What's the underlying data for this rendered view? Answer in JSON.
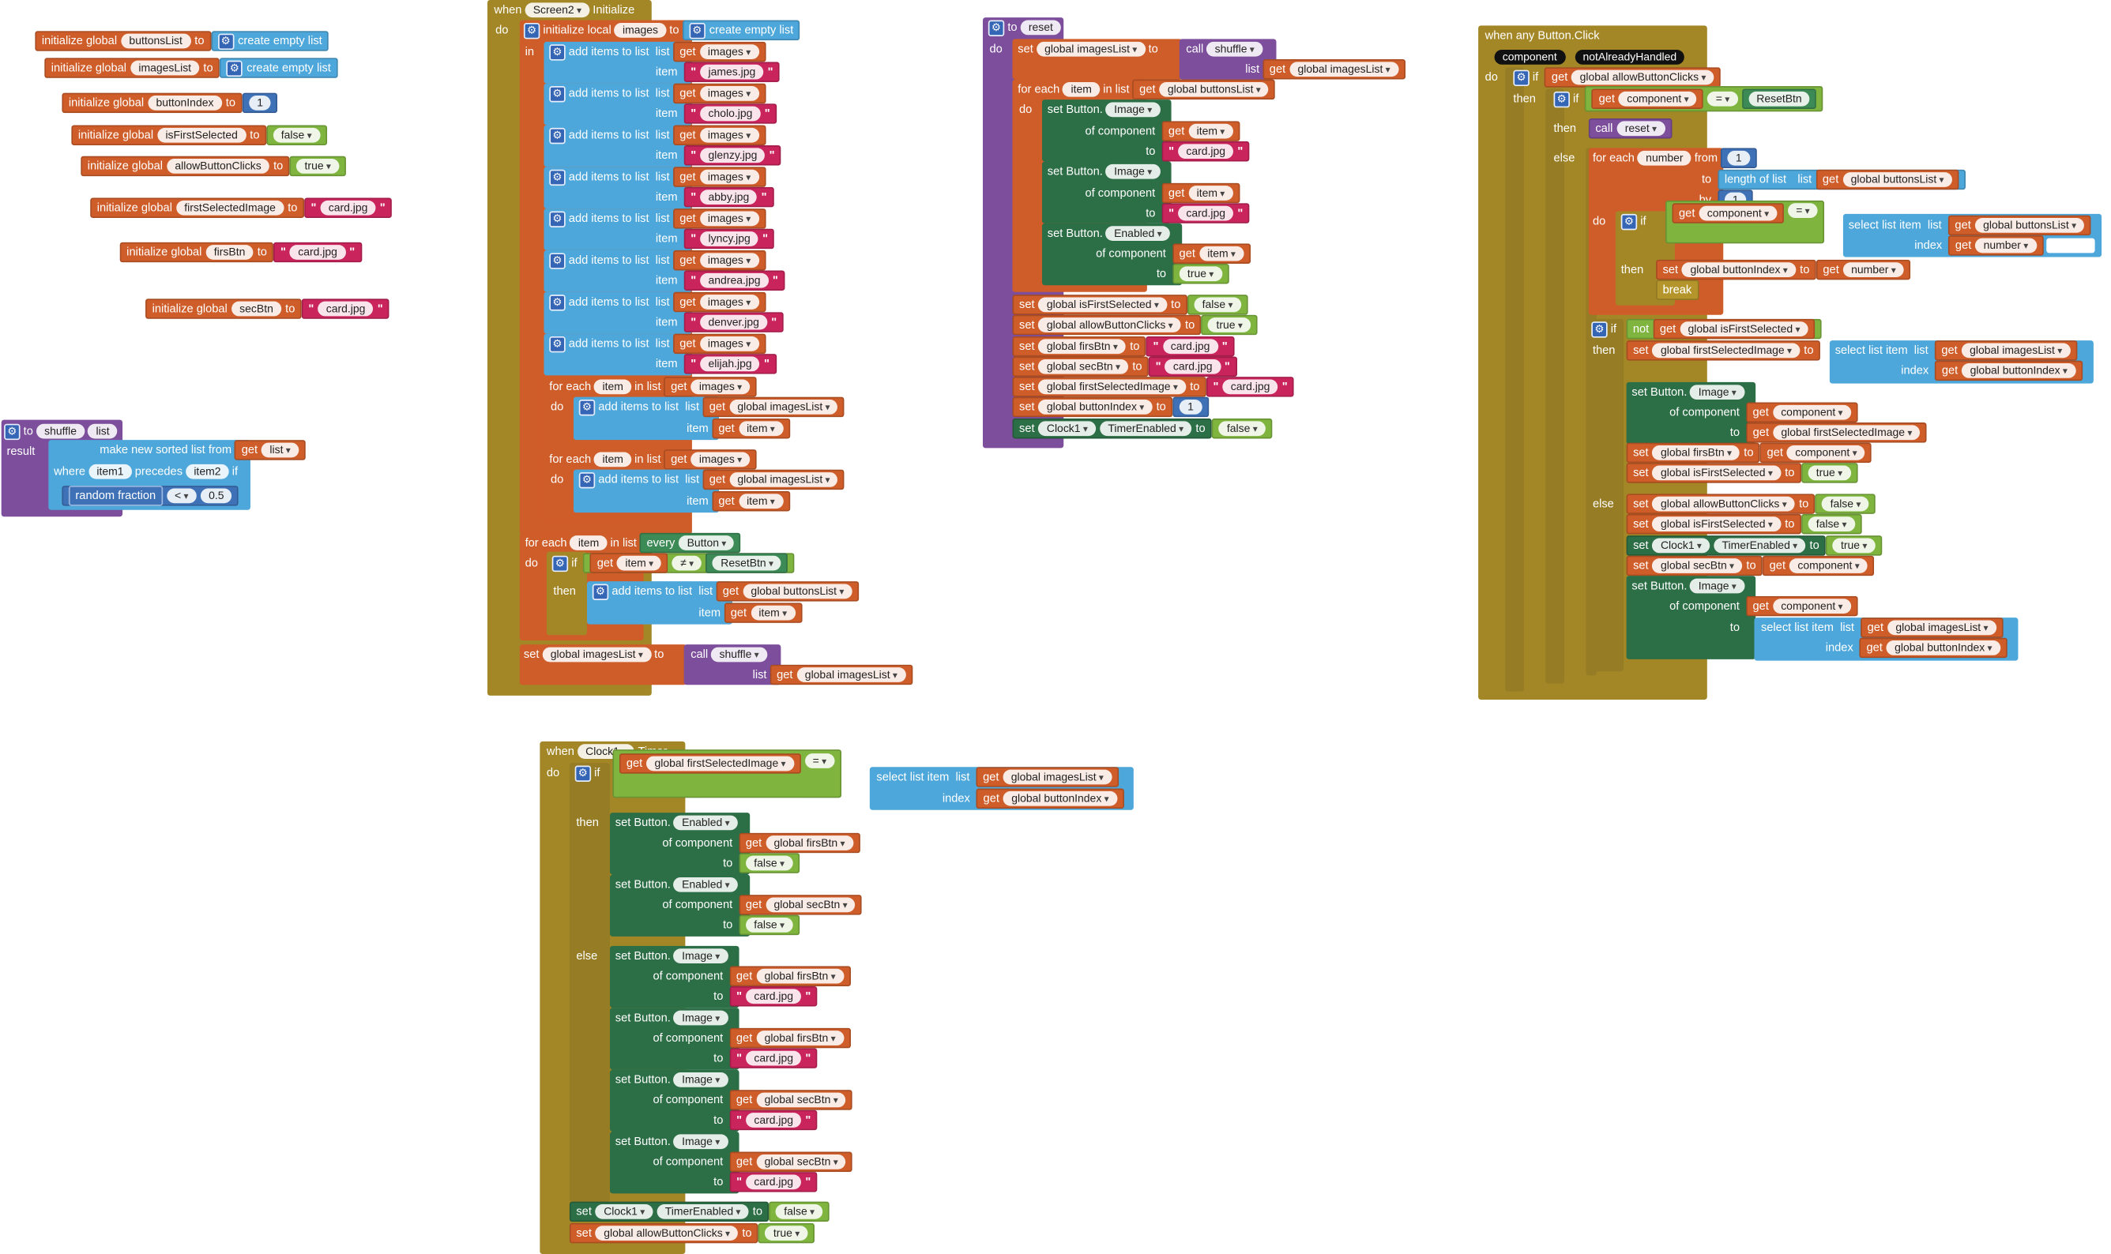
{
  "globals": {
    "init_global": "initialize global",
    "to": "to",
    "buttons_list": "buttonsList",
    "images_list": "imagesList",
    "button_index": "buttonIndex",
    "is_first_selected": "isFirstSelected",
    "allow_button_clicks": "allowButtonClicks",
    "first_selected_image": "firstSelectedImage",
    "firs_btn": "firsBtn",
    "sec_btn": "secBtn",
    "create_empty_list": "create empty list",
    "one": "1",
    "false": "false",
    "true": "true",
    "card": "card.jpg"
  },
  "shuffle": {
    "to": "to",
    "name": "shuffle",
    "param": "list",
    "result": "result",
    "make_sorted": "make new sorted list from",
    "get": "get",
    "list": "list",
    "where": "where",
    "item1": "item1",
    "precedes": "precedes",
    "item2": "item2",
    "if": "if",
    "random_fraction": "random fraction",
    "lt": "<",
    "half": "0.5"
  },
  "screen_init": {
    "when": "when",
    "component": "Screen2",
    "event": "Initialize",
    "do": "do",
    "init_local": "initialize local",
    "images": "images",
    "to": "to",
    "create_empty_list": "create empty list",
    "in": "in",
    "add_items": "add items to list",
    "list": "list",
    "get": "get",
    "item": "item",
    "files": [
      "james.jpg",
      "cholo.jpg",
      "glenzy.jpg",
      "abby.jpg",
      "lyncy.jpg",
      "andrea.jpg",
      "denver.jpg",
      "elijah.jpg"
    ],
    "for_each": "for each",
    "item_var": "item",
    "in_list": "in list",
    "global_images_list": "global imagesList",
    "every_button": "every",
    "button_type": "Button",
    "if": "if",
    "neq": "≠",
    "reset_btn": "ResetBtn",
    "then": "then",
    "global_buttons_list": "global buttonsList",
    "set": "set",
    "call": "call",
    "shuffle": "shuffle"
  },
  "reset": {
    "to": "to",
    "name": "reset",
    "do": "do",
    "set": "set",
    "get": "get",
    "call": "call",
    "shuffle": "shuffle",
    "list": "list",
    "global_images_list": "global imagesList",
    "for_each": "for each",
    "item": "item",
    "in_list": "in list",
    "global_buttons_list": "global buttonsList",
    "set_button": "set Button.",
    "image": "Image",
    "enabled": "Enabled",
    "of_component": "of component",
    "card": "card.jpg",
    "true": "true",
    "false": "false",
    "global_is_first_selected": "global isFirstSelected",
    "global_allow_button_clicks": "global allowButtonClicks",
    "global_firs_btn": "global firsBtn",
    "global_sec_btn": "global secBtn",
    "global_first_selected_image": "global firstSelectedImage",
    "global_button_index": "global buttonIndex",
    "one": "1",
    "clock": "Clock1",
    "timer_enabled": "TimerEnabled"
  },
  "any_button": {
    "header": "when any Button.Click",
    "param_component": "component",
    "param_handled": "notAlreadyHandled",
    "do": "do",
    "if": "if",
    "then": "then",
    "else": "else",
    "get": "get",
    "set": "set",
    "call": "call",
    "global_allow_button_clicks": "global allowButtonClicks",
    "component": "component",
    "eq": "=",
    "reset_btn": "ResetBtn",
    "reset": "reset",
    "for_each": "for each",
    "number": "number",
    "from": "from",
    "to": "to",
    "by": "by",
    "one": "1",
    "length_of_list": "length of list",
    "list": "list",
    "global_buttons_list": "global buttonsList",
    "select_list_item": "select list item",
    "index": "index",
    "global_button_index": "global buttonIndex",
    "break": "break",
    "not": "not",
    "global_is_first_selected": "global isFirstSelected",
    "global_first_selected_image": "global firstSelectedImage",
    "global_images_list": "global imagesList",
    "set_button": "set Button.",
    "image": "Image",
    "of_component": "of component",
    "global_firs_btn": "global firsBtn",
    "global_sec_btn": "global secBtn",
    "true": "true",
    "false": "false",
    "clock": "Clock1",
    "timer_enabled": "TimerEnabled"
  },
  "clock_timer": {
    "when": "when",
    "component": "Clock1",
    "event": "Timer",
    "do": "do",
    "if": "if",
    "then": "then",
    "else": "else",
    "get": "get",
    "set": "set",
    "global_first_selected_image": "global firstSelectedImage",
    "eq": "=",
    "select_list_item": "select list item",
    "list": "list",
    "index": "index",
    "global_images_list": "global imagesList",
    "global_button_index": "global buttonIndex",
    "set_button": "set Button.",
    "enabled": "Enabled",
    "image": "Image",
    "of_component": "of component",
    "to": "to",
    "global_firs_btn": "global firsBtn",
    "global_sec_btn": "global secBtn",
    "false": "false",
    "true": "true",
    "card": "card.jpg",
    "clock": "Clock1",
    "timer_enabled": "TimerEnabled",
    "global_allow_button_clicks": "global allowButtonClicks"
  },
  "colors": {
    "variable": "#cf5d29",
    "list": "#4da7da",
    "logic": "#7fb53f",
    "text": "#c9245b",
    "procedure": "#7c4e9c",
    "component": "#2c6e46",
    "event": "#a38727",
    "math": "#3f71b7"
  }
}
